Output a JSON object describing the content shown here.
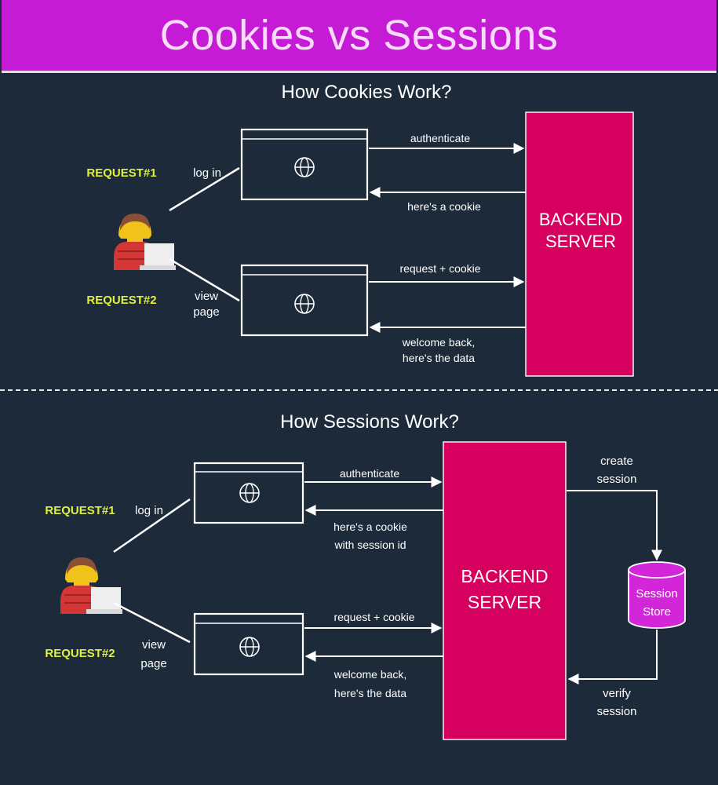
{
  "page_title": "Cookies vs Sessions",
  "cookies": {
    "heading": "How Cookies Work?",
    "request1_label": "REQUEST#1",
    "request2_label": "REQUEST#2",
    "login_label": "log in",
    "view_label_line1": "view",
    "view_label_line2": "page",
    "authenticate": "authenticate",
    "heres_cookie": "here's a cookie",
    "request_cookie": "request + cookie",
    "welcome_line1": "welcome back,",
    "welcome_line2": "here's the data",
    "server_line1": "BACKEND",
    "server_line2": "SERVER"
  },
  "sessions": {
    "heading": "How Sessions Work?",
    "request1_label": "REQUEST#1",
    "request2_label": "REQUEST#2",
    "login_label": "log in",
    "view_label_line1": "view",
    "view_label_line2": "page",
    "authenticate": "authenticate",
    "heres_cookie_line1": "here's a cookie",
    "heres_cookie_line2": "with session id",
    "request_cookie": "request + cookie",
    "welcome_line1": "welcome back,",
    "welcome_line2": "here's the data",
    "server_line1": "BACKEND",
    "server_line2": "SERVER",
    "create_line1": "create",
    "create_line2": "session",
    "verify_line1": "verify",
    "verify_line2": "session",
    "store_line1": "Session",
    "store_line2": "Store"
  },
  "icons": {
    "browser": "browser-window-icon",
    "globe": "globe-icon",
    "user": "user-at-computer-icon",
    "database": "database-icon"
  },
  "colors": {
    "background": "#1c2a3a",
    "header": "#c61bd4",
    "server": "#d6005e",
    "session_store": "#d226d8",
    "request_label": "#dff03c"
  }
}
